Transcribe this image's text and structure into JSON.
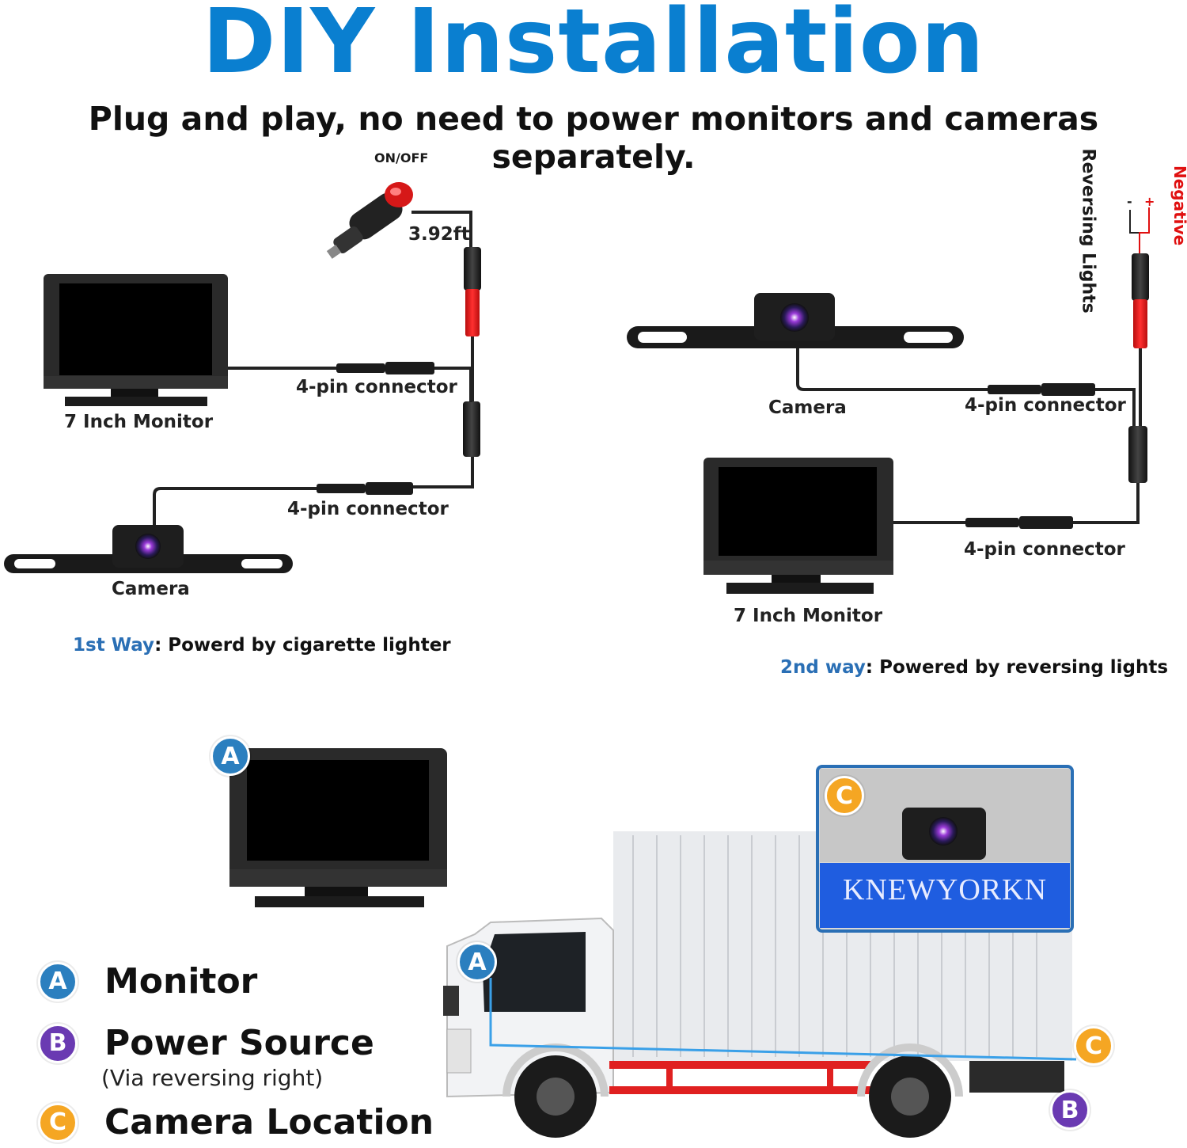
{
  "header": {
    "title": "DIY Installation",
    "subtitle": "Plug and play, no need to power monitors and cameras separately."
  },
  "way1": {
    "switch_label": "ON/OFF",
    "cable_length": "3.92ft",
    "monitor_label": "7 Inch Monitor",
    "connector_top": "4-pin connector",
    "connector_bottom": "4-pin connector",
    "camera_label": "Camera",
    "caption_highlight": "1st Way",
    "caption_rest": ": Powerd by cigarette lighter"
  },
  "way2": {
    "reversing_lights": "Reversing Lights",
    "negative": "Negative",
    "minus": "-",
    "plus": "+",
    "camera_label": "Camera",
    "connector_top": "4-pin connector",
    "monitor_label": "7 Inch Monitor",
    "connector_bottom": "4-pin connector",
    "caption_highlight": "2nd way",
    "caption_rest": ": Powered by reversing lights"
  },
  "legend": [
    {
      "badge": "A",
      "label": "Monitor",
      "sub": "",
      "color": "#2b7fbf"
    },
    {
      "badge": "B",
      "label": "Power Source",
      "sub": "(Via reversing right)",
      "color": "#6a3ab2"
    },
    {
      "badge": "C",
      "label": "Camera Location",
      "sub": "",
      "color": "#f5a623"
    }
  ],
  "truck": {
    "badge_a": "A",
    "badge_b": "B",
    "badge_c": "C",
    "inset_badge": "C",
    "plate_text": "KNEWYORKN"
  },
  "colors": {
    "title_blue": "#0a7fd0",
    "accent_blue": "#2a6fb5",
    "negative_red": "#e01010",
    "badge_a": "#2b7fbf",
    "badge_b": "#6a3ab2",
    "badge_c": "#f5a623"
  }
}
